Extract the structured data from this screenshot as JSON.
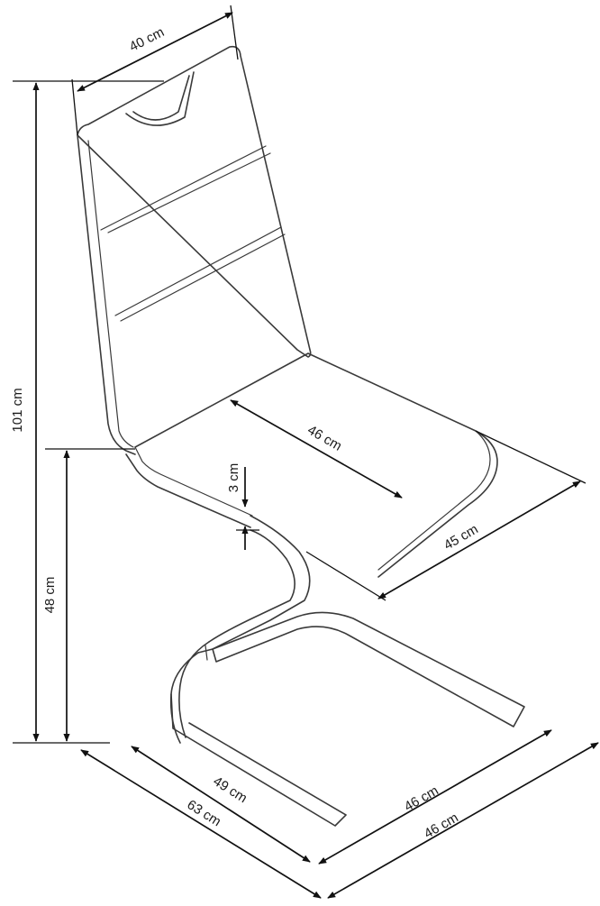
{
  "diagram": {
    "subject_icon": "chair-technical-drawing",
    "line_color": "#111111",
    "outline_color": "#3a3a3a",
    "dimensions": {
      "backrest_width": "40 cm",
      "total_height": "101 cm",
      "seat_height": "48 cm",
      "seat_thickness": "3 cm",
      "seat_width": "46 cm",
      "seat_depth": "45 cm",
      "base_depth": "49 cm",
      "overall_depth": "63 cm",
      "base_width": "46 cm",
      "overall_width": "46 cm"
    }
  }
}
